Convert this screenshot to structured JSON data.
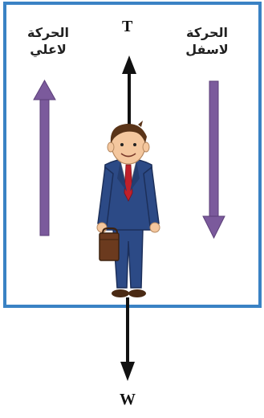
{
  "labels": {
    "motion_up_line1": "الحركة",
    "motion_up_line2": "لاعلي",
    "motion_down_line1": "الحركة",
    "motion_down_line2": "لاسفل",
    "tension": "T",
    "weight": "W"
  },
  "colors": {
    "frame": "#3a82c4",
    "motion_arrow": "#7b5a9c",
    "force_arrow": "#111111",
    "suit": "#2c4a86",
    "tie": "#c0202a",
    "hair": "#5a3418",
    "briefcase": "#6b3a1e",
    "skin": "#f4c79e"
  },
  "icons": [
    "man-in-suit-figure",
    "briefcase-icon"
  ]
}
